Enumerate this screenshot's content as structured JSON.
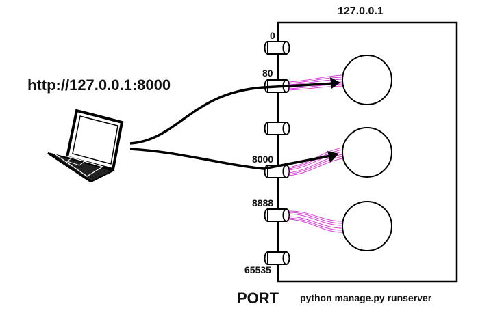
{
  "diagram": {
    "url": "http://127.0.0.1:8000",
    "host": "127.0.0.1",
    "port_axis_label": "PORT",
    "command": "python manage.py runserver",
    "ports": [
      "0",
      "80",
      "8000",
      "8888",
      "65535"
    ]
  },
  "colors": {
    "line": "#000000",
    "wire": "#d63fd6"
  }
}
